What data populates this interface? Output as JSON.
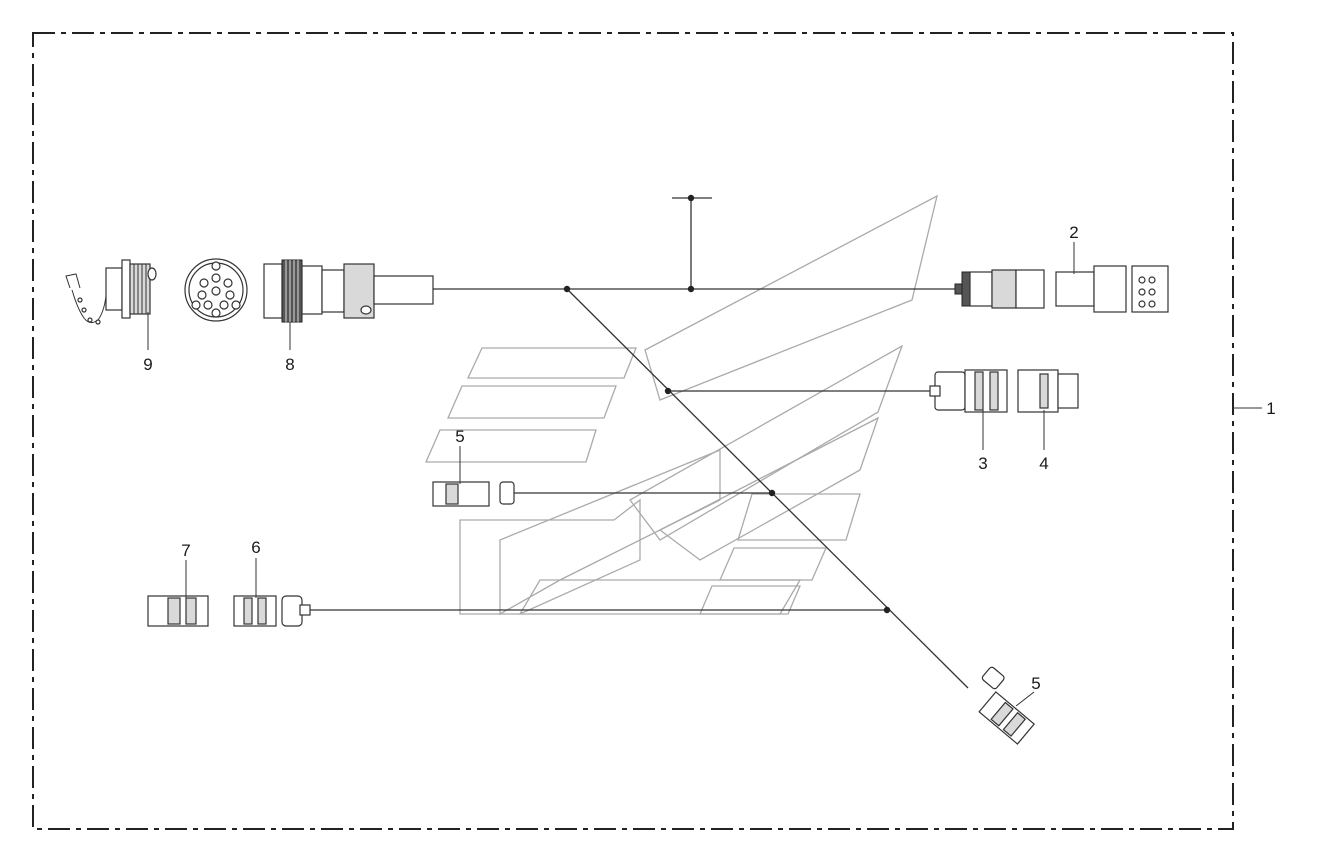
{
  "callouts": {
    "c1": "1",
    "c2": "2",
    "c3": "3",
    "c4": "4",
    "c5a": "5",
    "c5b": "5",
    "c6": "6",
    "c7": "7",
    "c8": "8",
    "c9": "9"
  },
  "colors": {
    "line": "#333333",
    "watermark": "#aaaaaa",
    "background": "#ffffff"
  }
}
